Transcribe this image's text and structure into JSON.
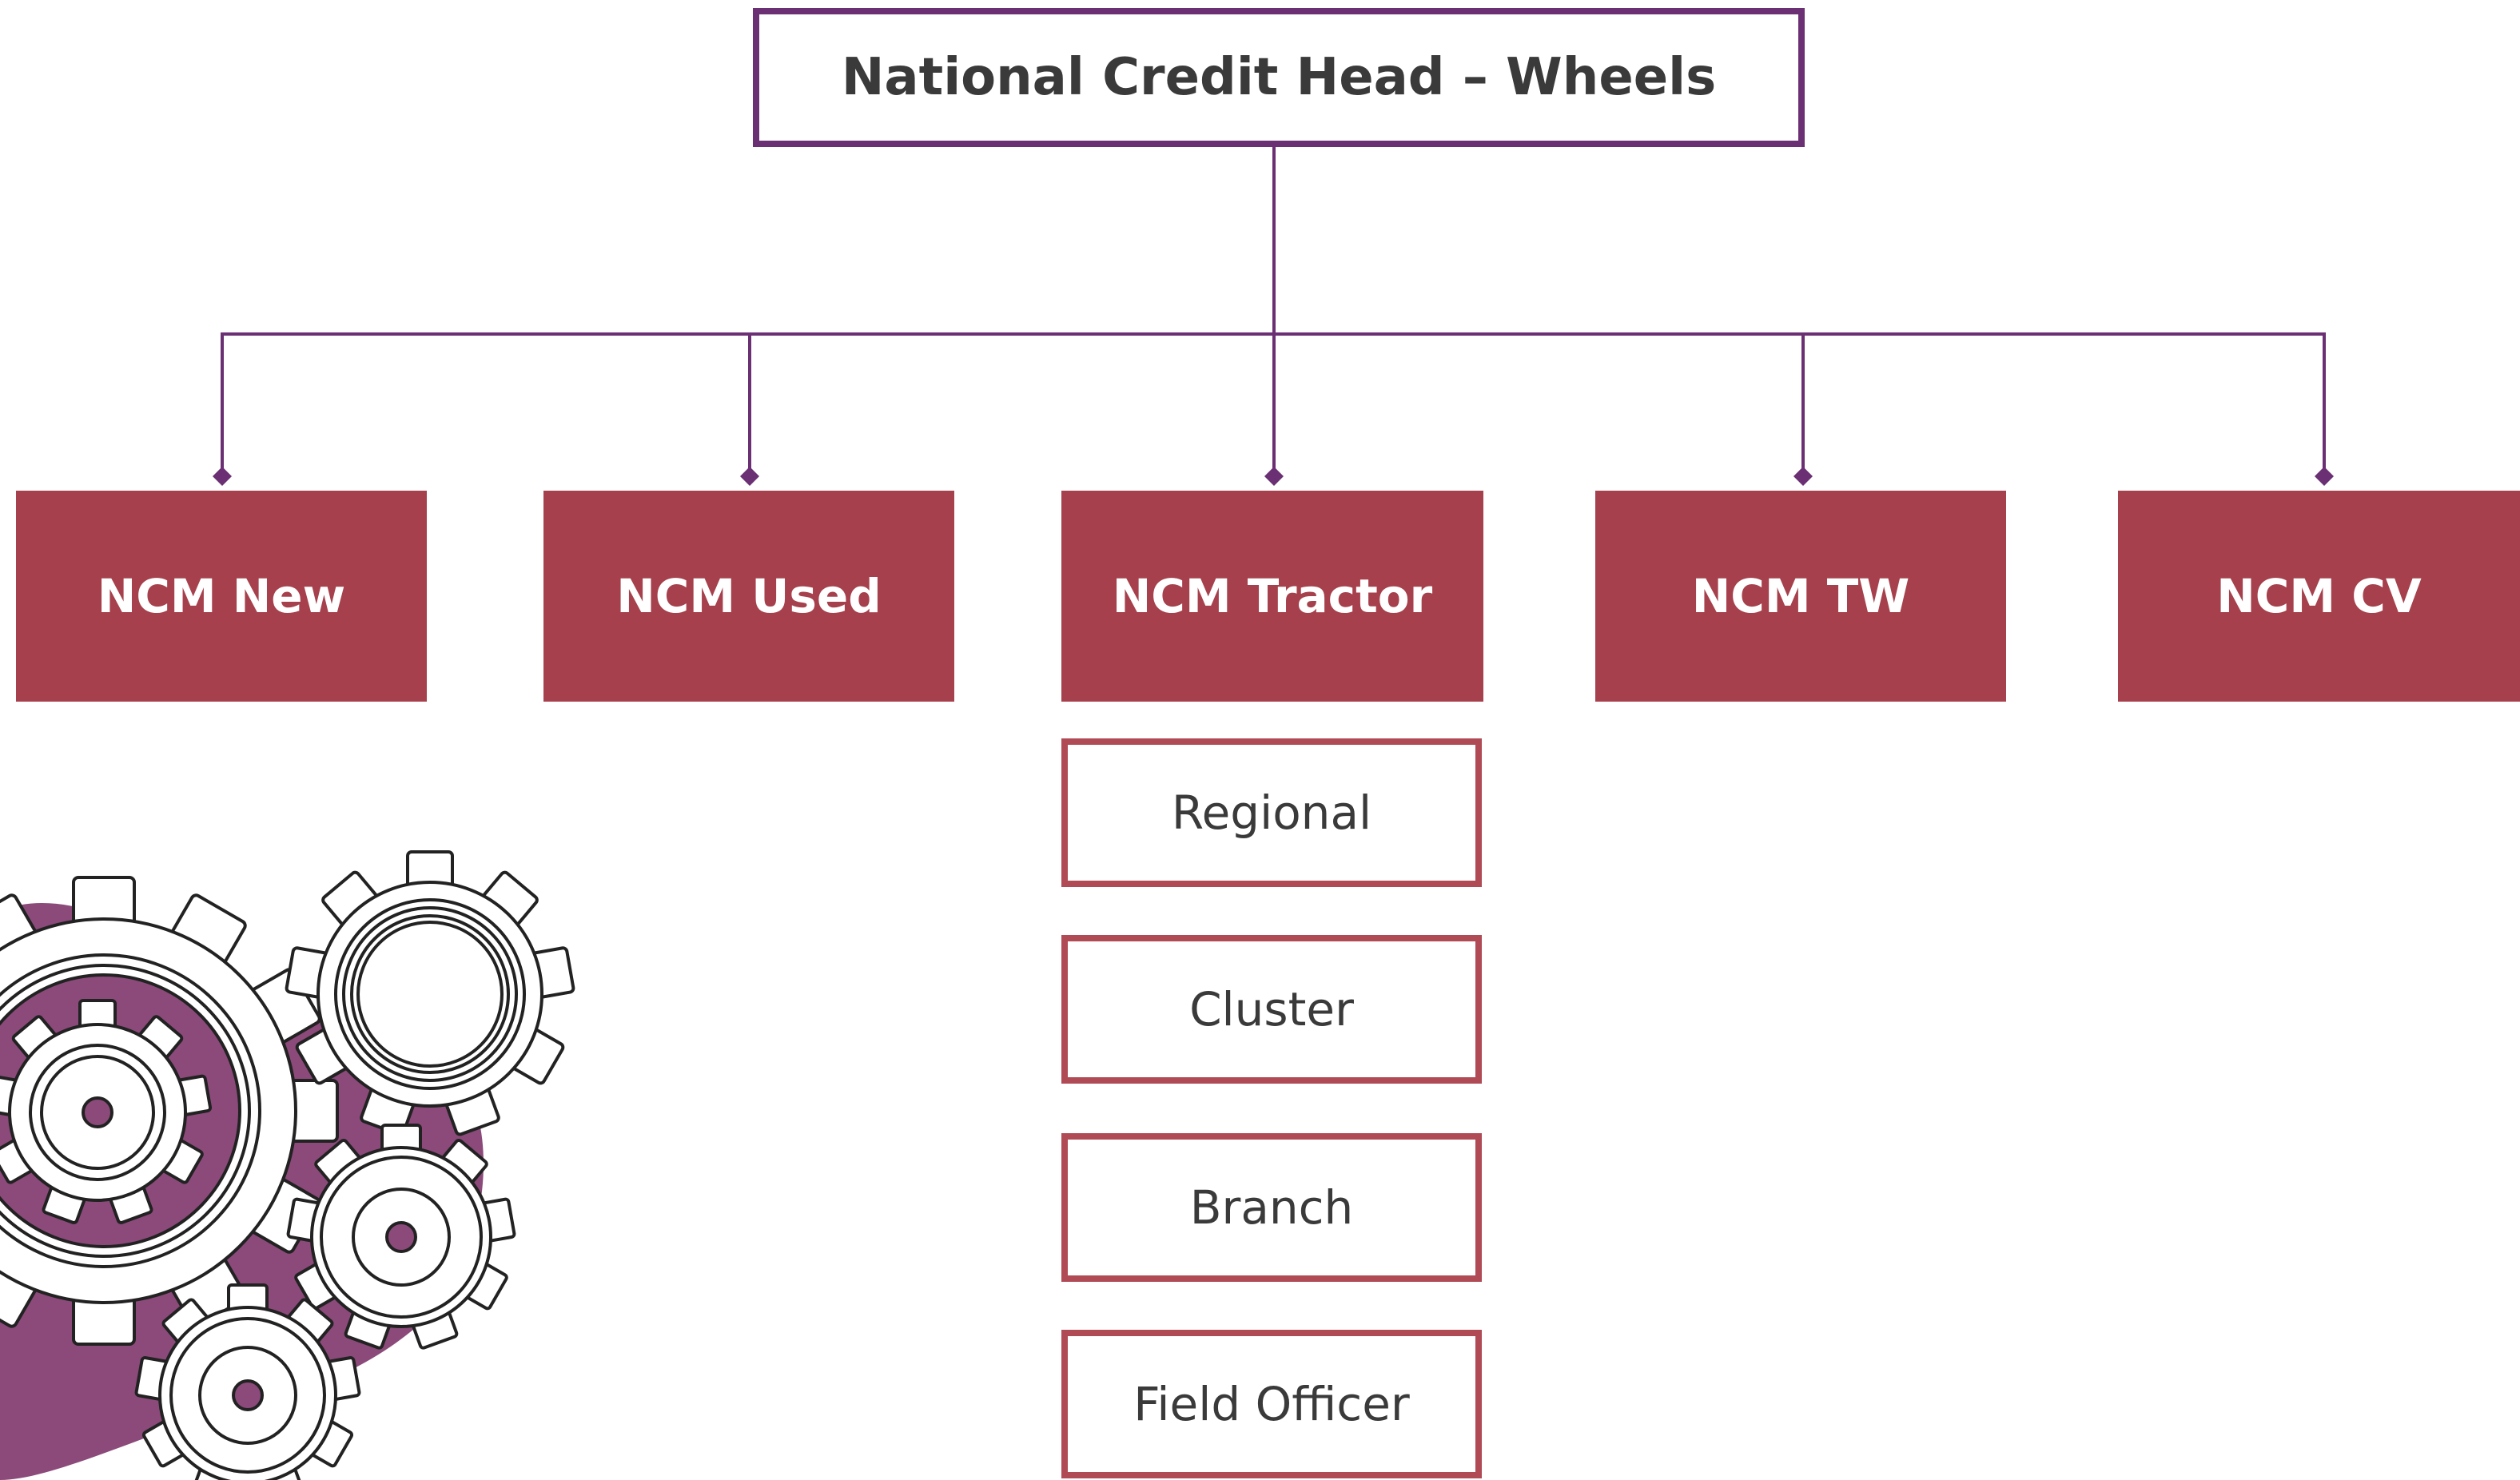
{
  "diagram": {
    "title": "National Credit Head – Wheels",
    "branches": [
      "NCM New",
      "NCM Used",
      "NCM Tractor",
      "NCM TW",
      "NCM CV"
    ],
    "tractor_levels": [
      "Regional",
      "Cluster",
      "Branch",
      "Field Officer"
    ]
  },
  "colors": {
    "connector": "#6b2f73",
    "branch_fill": "#a6404c",
    "level_border": "#b04a55",
    "blob": "#8b4a7a"
  },
  "icons": {
    "decoration": "gears-icon"
  }
}
